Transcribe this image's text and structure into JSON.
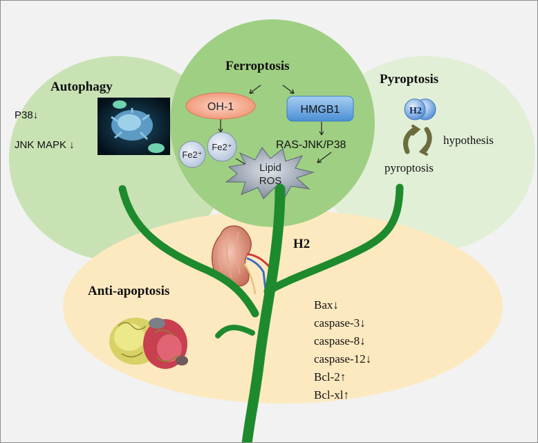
{
  "autophagy": {
    "title": "Autophagy",
    "markers": [
      "P38↓",
      "JNK MAPK ↓"
    ]
  },
  "ferroptosis": {
    "title": "Ferroptosis",
    "oh1": "OH-1",
    "hmgb1": "HMGB1",
    "fe2_left": "Fe2⁺",
    "fe2_right": "Fe2⁺",
    "ras": "RAS-JNK/P38",
    "lipid_ros_line1": "Lipid",
    "lipid_ros_line2": "ROS"
  },
  "pyroptosis": {
    "title": "Pyroptosis",
    "h2_badge": "H2",
    "hypothesis": "hypothesis",
    "pyroptosis_label": "pyroptosis"
  },
  "center": {
    "h2_label": "H2"
  },
  "anti_apoptosis": {
    "title": "Anti-apoptosis",
    "markers": [
      "Bax↓",
      "caspase-3↓",
      "caspase-8↓",
      "caspase-12↓",
      "Bcl-2↑",
      "Bcl-xl↑"
    ]
  },
  "colors": {
    "background": "#f2f2f2",
    "autophagy_ellipse": "#c9e2b4",
    "ferroptosis_ellipse": "#9fcf83",
    "pyroptosis_ellipse": "#e2efd7",
    "anti_apoptosis_ellipse": "#fde9c0",
    "stem": "#1e8a2e",
    "oh1_fill": "#f3a78d",
    "hmgb1_fill": "#6aa8e0",
    "fe_fill": "#d4dfee",
    "ros_fill": "#8d97a6"
  }
}
